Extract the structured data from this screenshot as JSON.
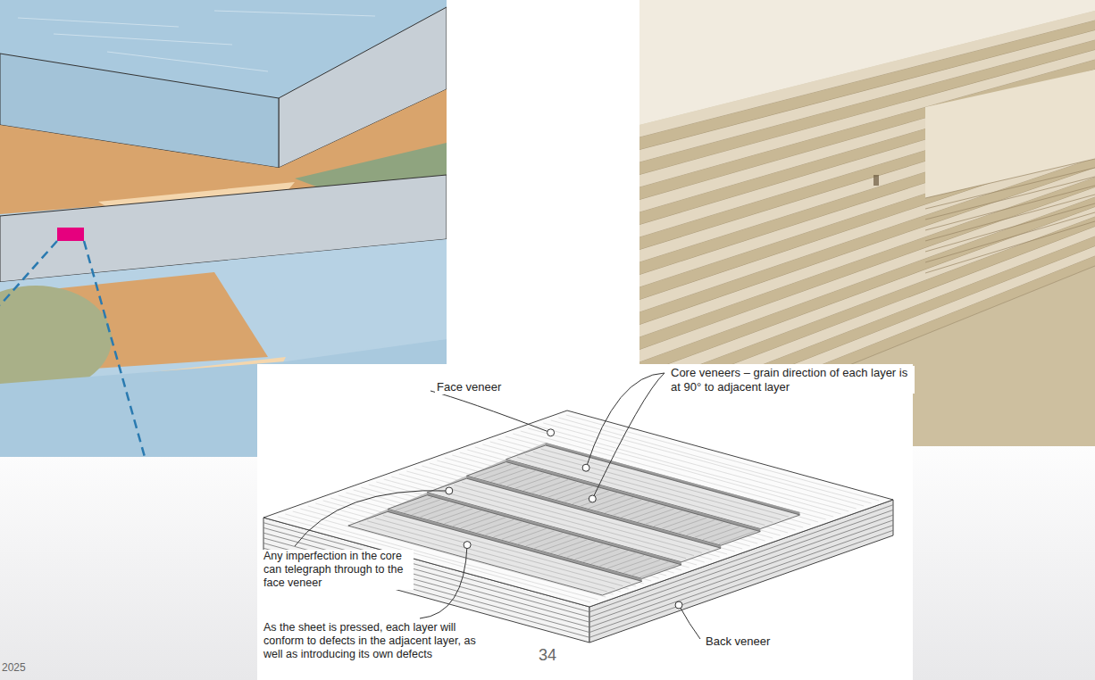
{
  "diagram": {
    "labels": [
      "Face veneer",
      "Core veneers – grain direction of each layer is at 90° to adjacent layer",
      "Any imperfection in the core can telegraph through to the face veneer",
      "As the sheet is pressed, each layer will conform to defects in the adjacent layer, as well as introducing its own defects",
      "Back veneer",
      "34",
      "2025"
    ]
  }
}
